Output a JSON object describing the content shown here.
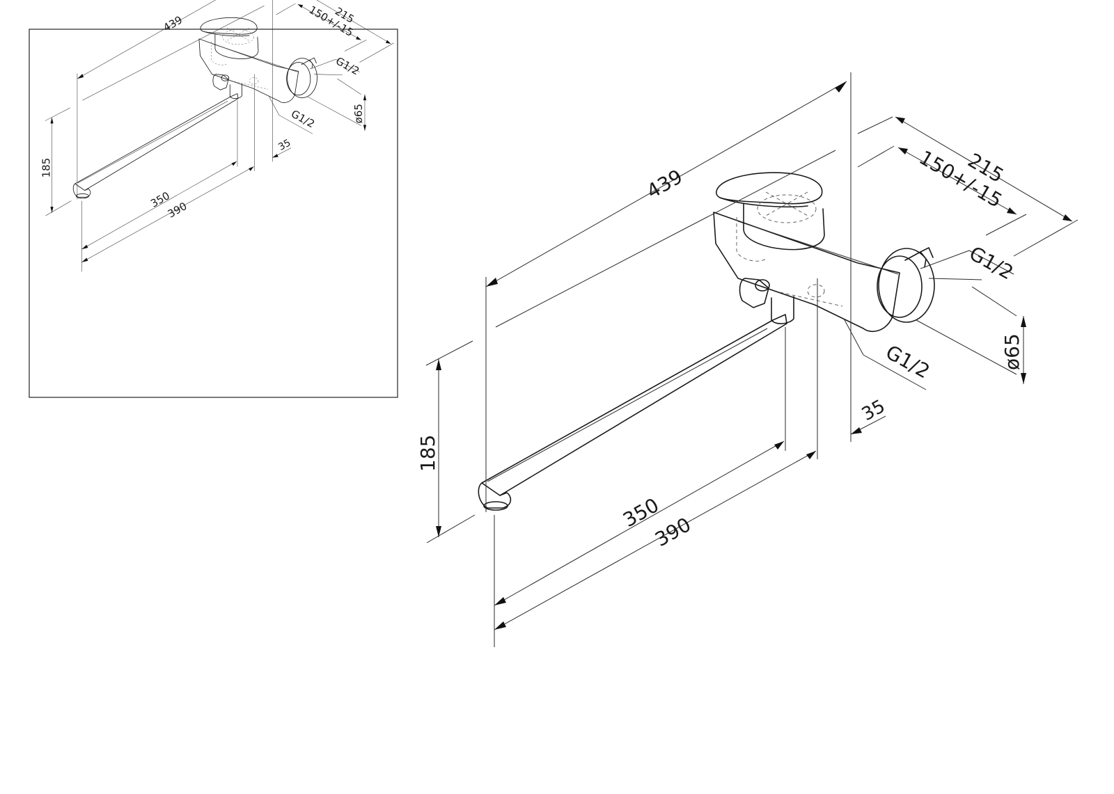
{
  "dimensions": {
    "overall_length": "439",
    "spout_350": "350",
    "spout_390": "390",
    "height": "185",
    "wall_215": "215",
    "centers": "150+/-15",
    "thread_top": "G1/2",
    "thread_bottom": "G1/2",
    "diameter": "ø65",
    "offset_35": "35"
  },
  "colors": {
    "line": "#1a1a1a",
    "background": "#ffffff"
  }
}
